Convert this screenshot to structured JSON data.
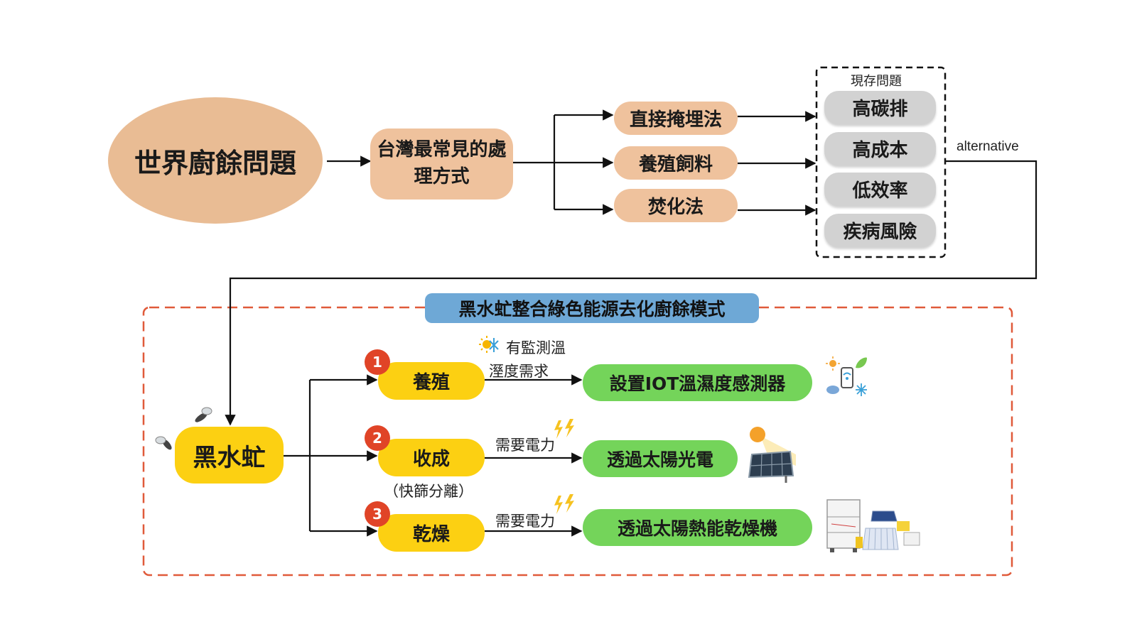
{
  "problem": {
    "world": "世界廚餘問題"
  },
  "methods": {
    "title": "台灣最常見的處理方式",
    "items": [
      "直接掩埋法",
      "養殖飼料",
      "焚化法"
    ]
  },
  "issues": {
    "heading": "現存問題",
    "items": [
      "高碳排",
      "高成本",
      "低效率",
      "疾病風險"
    ]
  },
  "alternative_label": "alternative",
  "model_title": "黑水虻整合綠色能源去化廚餘模式",
  "bsf": "黑水虻",
  "steps": [
    {
      "num": "1",
      "name": "養殖",
      "note": "",
      "need": "有監測溫溼度需求",
      "solution": "設置IOT溫濕度感測器"
    },
    {
      "num": "2",
      "name": "收成",
      "note": "（快篩分離）",
      "need": "需要電力",
      "solution": "透過太陽光電"
    },
    {
      "num": "3",
      "name": "乾燥",
      "note": "",
      "need": "需要電力",
      "solution": "透過太陽熱能乾燥機"
    }
  ],
  "colors": {
    "ellipse": "#e9bc94",
    "peach": "#efc29d",
    "grey": "#d2d2d2",
    "yellow": "#fcd012",
    "green": "#74d45a",
    "title_bar": "#6ea8d6",
    "badge": "#e04427",
    "dashed_border": "#e05a3a"
  }
}
